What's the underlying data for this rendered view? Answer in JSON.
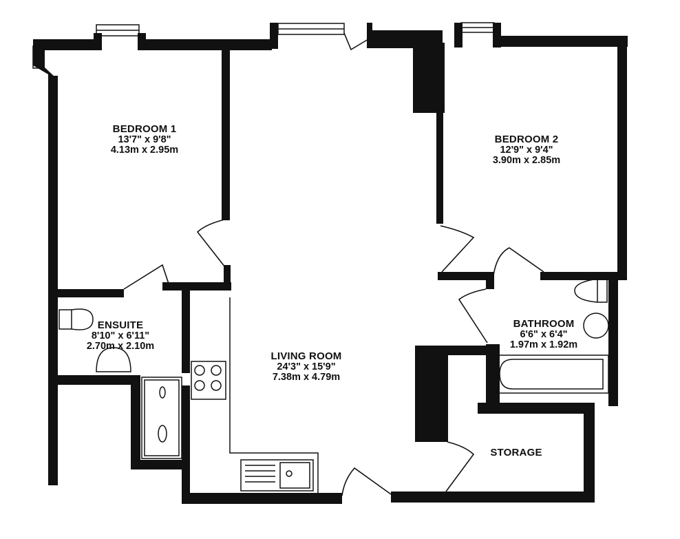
{
  "floorplan": {
    "wall_color": "#111111",
    "background": "#ffffff",
    "rooms": [
      {
        "id": "bedroom1",
        "name": "BEDROOM 1",
        "imperial": "13'7\"  x 9'8\"",
        "metric": "4.13m  x 2.95m"
      },
      {
        "id": "bedroom2",
        "name": "BEDROOM 2",
        "imperial": "12'9\"  x 9'4\"",
        "metric": "3.90m  x 2.85m"
      },
      {
        "id": "ensuite",
        "name": "ENSUITE",
        "imperial": "8'10\"  x 6'11\"",
        "metric": "2.70m  x 2.10m"
      },
      {
        "id": "living",
        "name": "LIVING ROOM",
        "imperial": "24'3\"  x 15'9\"",
        "metric": "7.38m  x 4.79m"
      },
      {
        "id": "bathroom",
        "name": "BATHROOM",
        "imperial": "6'6\"  x 6'4\"",
        "metric": "1.97m  x 1.92m"
      },
      {
        "id": "storage",
        "name": "STORAGE"
      }
    ]
  }
}
